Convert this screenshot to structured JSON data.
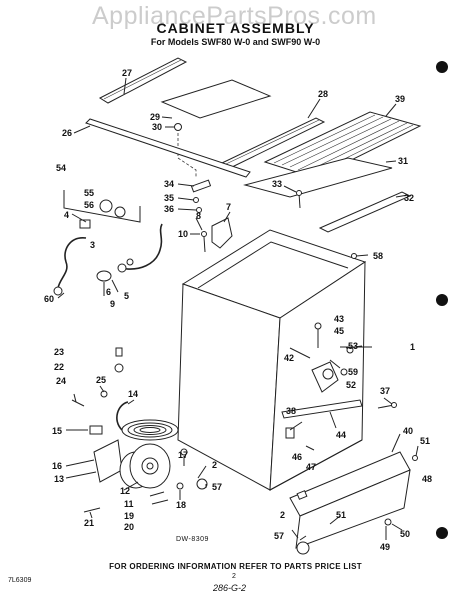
{
  "watermark": "AppliancePartsPros.com",
  "title": "CABINET ASSEMBLY",
  "subtitle": "For Models SWF80 W-0 and SWF90 W-0",
  "diagram_code": "DW-8309",
  "footer": "FOR ORDERING INFORMATION REFER TO PARTS PRICE LIST",
  "bottom_code": "7L6309",
  "page_number": "2",
  "page_code": "286-G-2",
  "callouts": [
    "27",
    "29",
    "30",
    "28",
    "39",
    "26",
    "31",
    "34",
    "35",
    "36",
    "33",
    "32",
    "54",
    "55",
    "56",
    "4",
    "3",
    "7",
    "8",
    "10",
    "58",
    "60",
    "5",
    "6",
    "9",
    "43",
    "45",
    "42",
    "53",
    "1",
    "59",
    "52",
    "23",
    "22",
    "24",
    "25",
    "14",
    "37",
    "38",
    "15",
    "40",
    "51",
    "16",
    "13",
    "17",
    "46",
    "47",
    "44",
    "12",
    "2",
    "57",
    "48",
    "11",
    "19",
    "20",
    "18",
    "21",
    "2",
    "51",
    "57",
    "50",
    "49"
  ]
}
